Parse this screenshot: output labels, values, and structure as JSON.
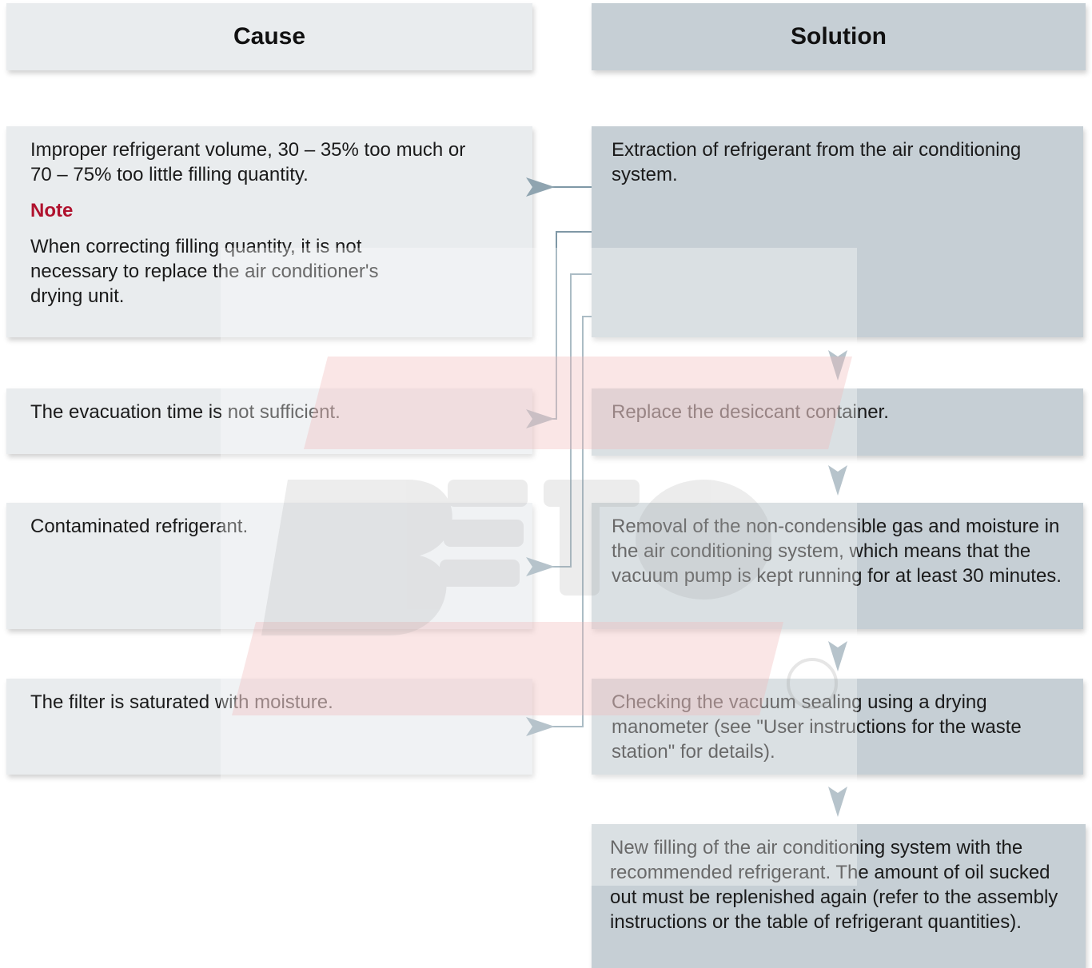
{
  "headers": {
    "cause": "Cause",
    "solution": "Solution"
  },
  "causes": [
    "Improper refrigerant volume, 30 – 35% too much or 70 – 75% too little filling quantity.",
    "The evacuation time is not sufficient.",
    "Contaminated refrigerant.",
    "The filter is saturated with moisture."
  ],
  "note": {
    "title": "Note",
    "body": "When correcting filling quantity, it is not necessary to replace the air conditioner's drying unit."
  },
  "solutions": [
    "Extraction of refrigerant from the air conditioning system.",
    "Replace the desiccant container.",
    "Removal of the non-condensible gas and moisture in the air conditioning system, which means that the vacuum pump is kept running for at least 30 minutes.",
    "Checking the vacuum sealing using a drying manometer (see \"User instructions for the waste station\" for details).",
    "New filling of the air conditioning system with the recommended refrigerant. The amount of oil sucked out must be replenished again (refer to the assembly instructions or the table of refrigerant quantities)."
  ],
  "colors": {
    "cause_box": "#e9ecee",
    "solution_box": "#c6cfd5",
    "note_title": "#b0122e",
    "arrow": "#8fa4b0",
    "connector": "#7f98a6"
  }
}
